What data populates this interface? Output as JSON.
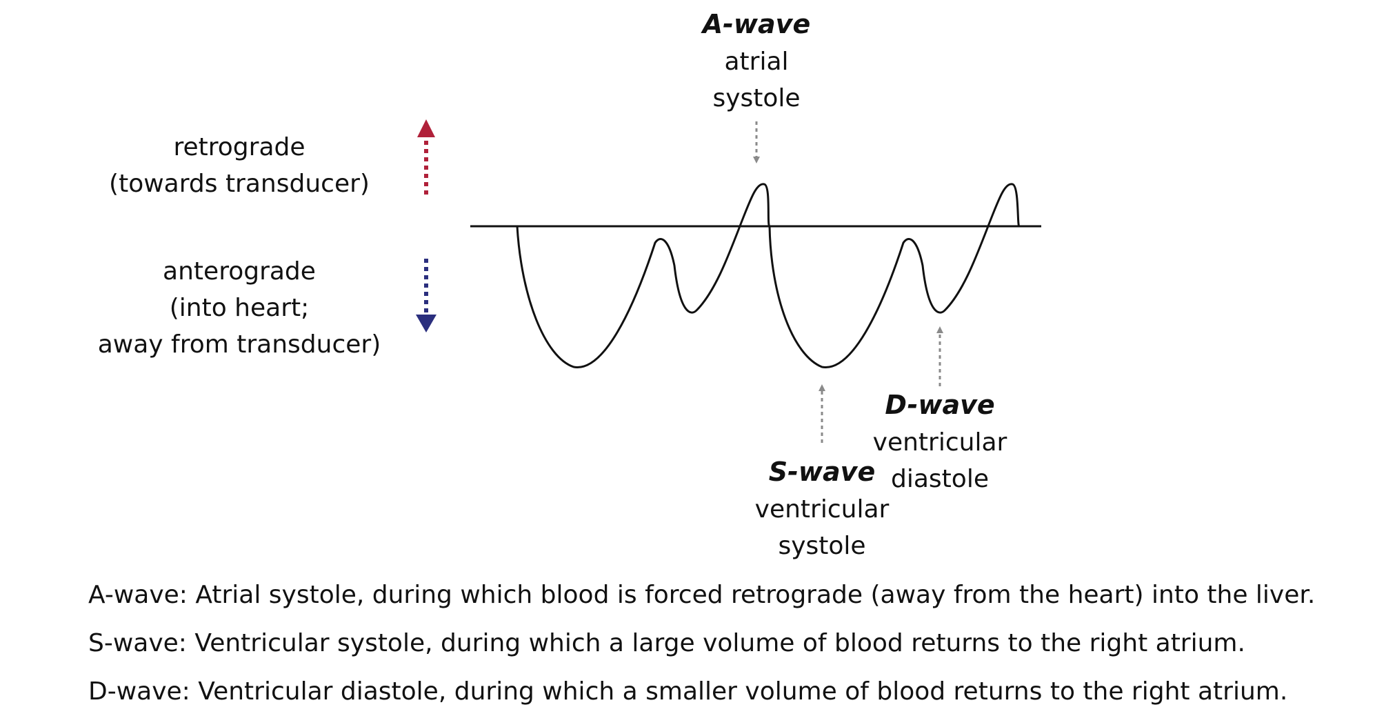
{
  "direction_labels": {
    "retrograde": [
      "retrograde",
      "(towards transducer)"
    ],
    "anterograde": [
      "anterograde",
      "(into heart;",
      "away from transducer)"
    ]
  },
  "waves": {
    "a": {
      "title": "A-wave",
      "lines": [
        "atrial",
        "systole"
      ]
    },
    "s": {
      "title": "S-wave",
      "lines": [
        "ventricular",
        "systole"
      ]
    },
    "d": {
      "title": "D-wave",
      "lines": [
        "ventricular",
        "diastole"
      ]
    }
  },
  "legend": [
    "A-wave: Atrial systole, during which blood is forced retrograde (away from the heart) into the liver.",
    "S-wave: Ventricular systole, during which a large volume of blood returns to the right atrium.",
    "D-wave: Ventricular diastole, during which a smaller volume of blood returns to the right atrium."
  ],
  "colors": {
    "retrograde_arrow": "#b0213a",
    "anterograde_arrow": "#2b2f7e",
    "pointer_arrow": "#8a8a8a",
    "waveform": "#111111"
  }
}
